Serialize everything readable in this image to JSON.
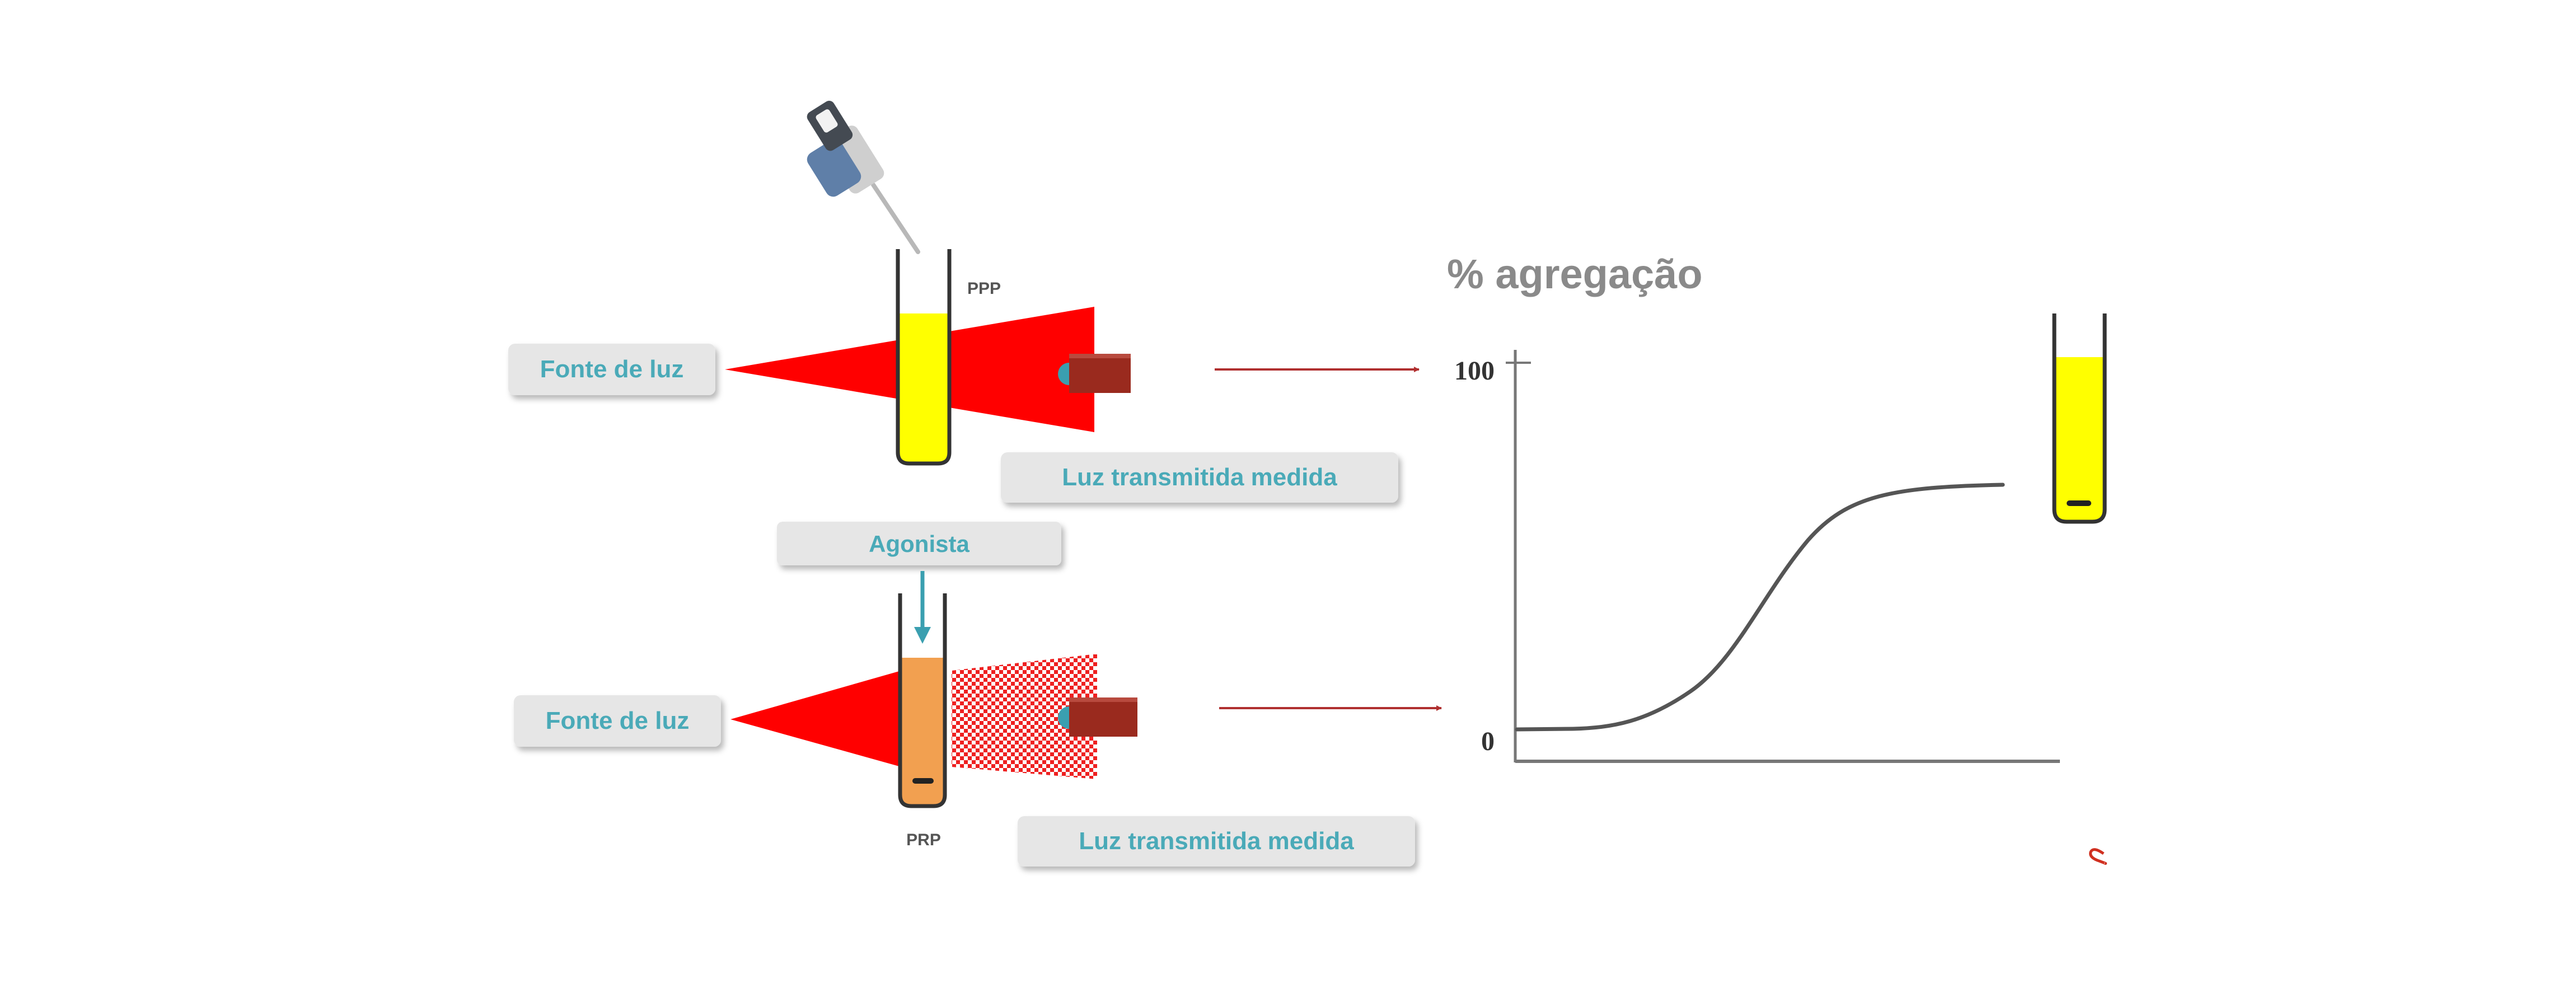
{
  "colors": {
    "label_text": "#4aaab8",
    "label_box": "#e6e6e6",
    "beam": "#ff0000",
    "ppp_liquid": "#ffff00",
    "prp_liquid": "#f2a050",
    "detector": "#9a2a1e",
    "arrow": "#b03030",
    "agonist_arrow": "#3a9fb0",
    "curve": "#555555",
    "title": "#8a8a8a"
  },
  "top_panel": {
    "source_label": "Fonte de luz",
    "transmitted_label": "Luz transmitida medida",
    "tube_label": "PPP"
  },
  "agonist_label": "Agonista",
  "bottom_panel": {
    "source_label": "Fonte de luz",
    "transmitted_label": "Luz transmitida medida",
    "tube_label": "PRP"
  },
  "graph": {
    "title": "% agregação",
    "y_max_label": "100",
    "y_min_label": "0"
  },
  "icons": {
    "pipette": "pipette-icon",
    "detector": "light-detector-icon"
  }
}
